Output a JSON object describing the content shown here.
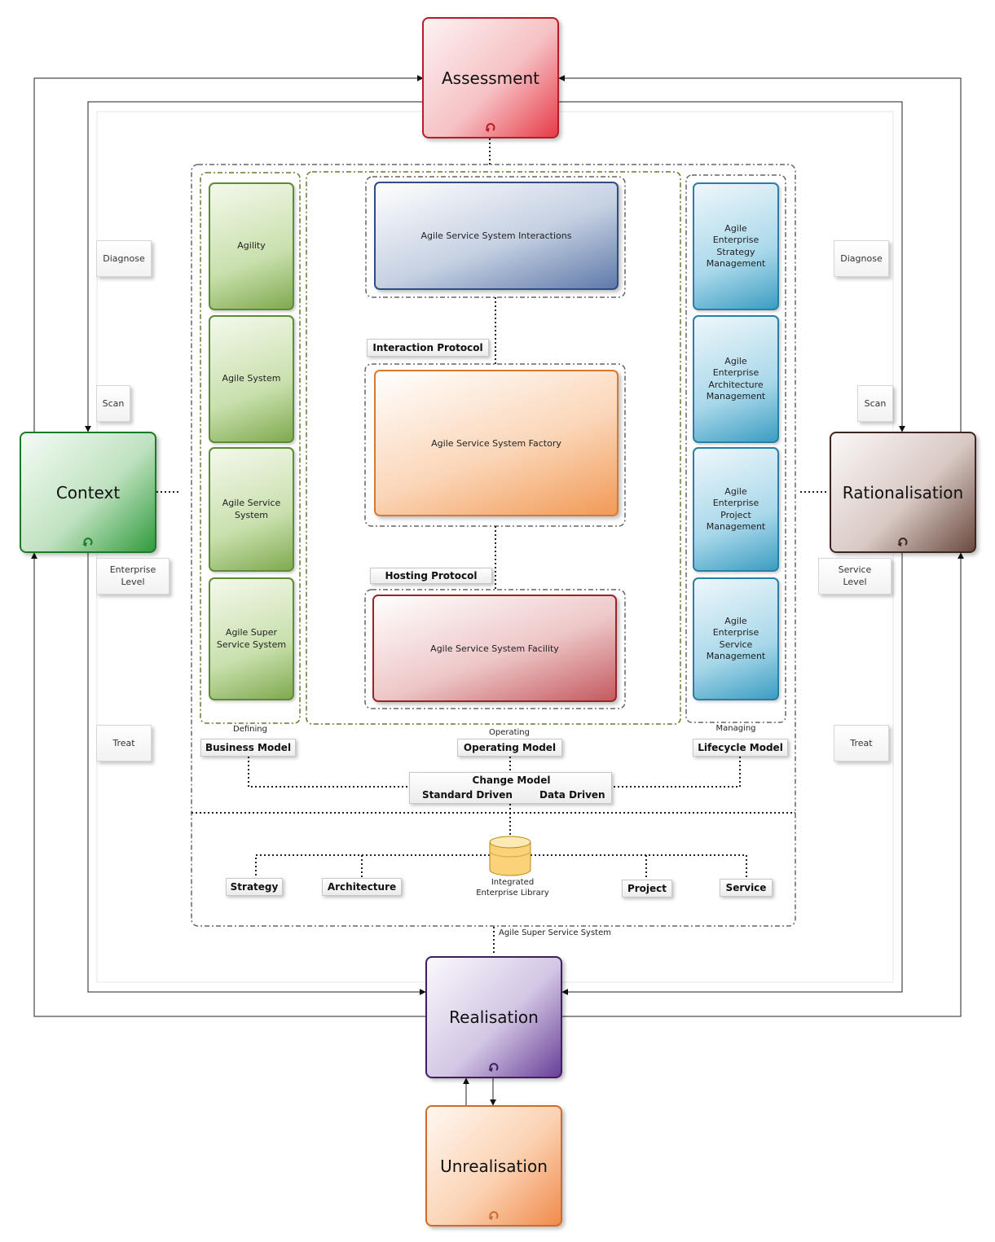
{
  "stages": {
    "assessment": "Assessment",
    "context": "Context",
    "rationalisation": "Rationalisation",
    "realisation": "Realisation",
    "unrealisation": "Unrealisation"
  },
  "side_notes": {
    "left_diagnose": "Diagnose",
    "left_scan": "Scan",
    "left_level": "Enterprise\nLevel",
    "left_treat": "Treat",
    "right_diagnose": "Diagnose",
    "right_scan": "Scan",
    "right_level": "Service\nLevel",
    "right_treat": "Treat"
  },
  "defining_column": [
    "Agility",
    "Agile System",
    "Agile Service\nSystem",
    "Agile Super\nService System"
  ],
  "managing_column": [
    "Agile\nEnterprise\nStrategy\nManagement",
    "Agile\nEnterprise\nArchitecture\nManagement",
    "Agile\nEnterprise\nProject\nManagement",
    "Agile\nEnterprise\nService\nManagement"
  ],
  "operating_boxes": {
    "interactions": "Agile Service System Interactions",
    "factory": "Agile Service System Factory",
    "facility": "Agile Service System  Facility"
  },
  "protocols": {
    "interaction": "Interaction Protocol",
    "hosting": "Hosting Protocol"
  },
  "captions": {
    "defining": "Defining",
    "operating": "Operating",
    "managing": "Managing",
    "super_system": "Agile Super Service System"
  },
  "models": {
    "business": "Business Model",
    "operating": "Operating Model",
    "lifecycle": "Lifecycle Model",
    "change_title": "Change Model",
    "standard_driven": "Standard Driven",
    "data_driven": "Data Driven"
  },
  "library": {
    "label": "Integrated\nEnterprise Library",
    "strategy": "Strategy",
    "architecture": "Architecture",
    "project": "Project",
    "service": "Service"
  },
  "colors": {
    "assessment": "#e63b48",
    "context": "#2f9b3c",
    "rationalisation": "#6a4a3f",
    "realisation": "#6a3f98",
    "unrealisation": "#f08b4c",
    "defining_green": "#5f8b37",
    "managing_blue": "#2a7fa3"
  }
}
